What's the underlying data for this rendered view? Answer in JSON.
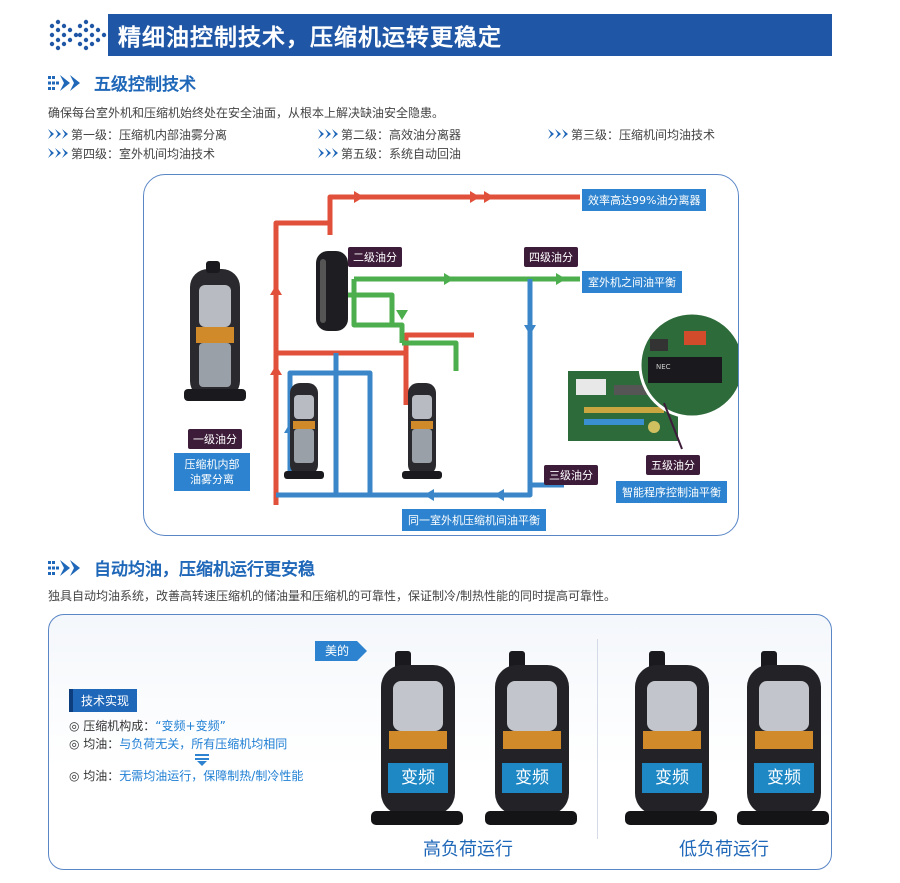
{
  "main_title": "精细油控制技术，压缩机运转更稳定",
  "section1": {
    "title": "五级控制技术",
    "description": "确保每台室外机和压缩机始终处在安全油面，从根本上解决缺油安全隐患。",
    "levels": [
      "第一级：压缩机内部油雾分离",
      "第二级：高效油分离器",
      "第三级：压缩机间均油技术",
      "第四级：室外机间均油技术",
      "第五级：系统自动回油"
    ]
  },
  "diagram1": {
    "tags": {
      "level1": "一级油分",
      "level2": "二级油分",
      "level3": "三级油分",
      "level4": "四级油分",
      "level5": "五级油分"
    },
    "captions": {
      "compressor_internal": "压缩机内部油雾分离",
      "separator_efficiency": "效率高达99%油分离器",
      "outdoor_balance": "室外机之间油平衡",
      "same_unit_balance": "同一室外机压缩机间油平衡",
      "smart_balance": "智能程序控制油平衡"
    },
    "chip_text": "NEC",
    "colors": {
      "hot_line": "#e0503a",
      "green_line": "#4cae4c",
      "blue_line": "#3a86c8"
    }
  },
  "section2": {
    "title": "自动均油，压缩机运行更安稳",
    "description": "独具自动均油系统，改善高转速压缩机的储油量和压缩机的可靠性，保证制冷/制热性能的同时提高可靠性。"
  },
  "diagram2": {
    "tech_label": "技术实现",
    "bullets": [
      {
        "prefix": "◎ 压缩机构成：",
        "highlight": "“变频+变频”"
      },
      {
        "prefix": "◎ 均油：",
        "highlight": "与负荷无关，所有压缩机均相同"
      },
      {
        "prefix": "◎ 均油：",
        "highlight": "无需均油运行，保障制热/制冷性能"
      }
    ],
    "brand_tag": "美的",
    "compressor_label": "变频",
    "high_load": "高负荷运行",
    "low_load": "低负荷运行"
  }
}
